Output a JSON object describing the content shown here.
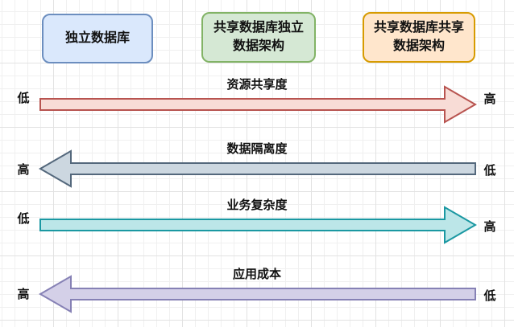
{
  "canvas": {
    "background": "#ffffff",
    "grid_minor_color": "#f0f0f0",
    "grid_major_color": "#e2e2e2"
  },
  "boxes": [
    {
      "label": "独立数据库",
      "fill": "#dae8fc",
      "border": "#6c8ebf"
    },
    {
      "label": "共享数据库独立数据架构",
      "fill": "#d5e8d4",
      "border": "#82b366"
    },
    {
      "label": "共享数据库共享数据架构",
      "fill": "#ffe6cc",
      "border": "#d79b00"
    }
  ],
  "arrows": [
    {
      "label": "资源共享度",
      "direction": "right",
      "left_label": "低",
      "right_label": "高",
      "fill": "#f8dcd6",
      "stroke": "#b85450"
    },
    {
      "label": "数据隔离度",
      "direction": "left",
      "left_label": "高",
      "right_label": "低",
      "fill": "#ccd7e0",
      "stroke": "#54687c"
    },
    {
      "label": "业务复杂度",
      "direction": "right",
      "left_label": "低",
      "right_label": "高",
      "fill": "#bce6e8",
      "stroke": "#1b98a2"
    },
    {
      "label": "应用成本",
      "direction": "left",
      "left_label": "高",
      "right_label": "低",
      "fill": "#d4d0e8",
      "stroke": "#8681b5"
    }
  ]
}
